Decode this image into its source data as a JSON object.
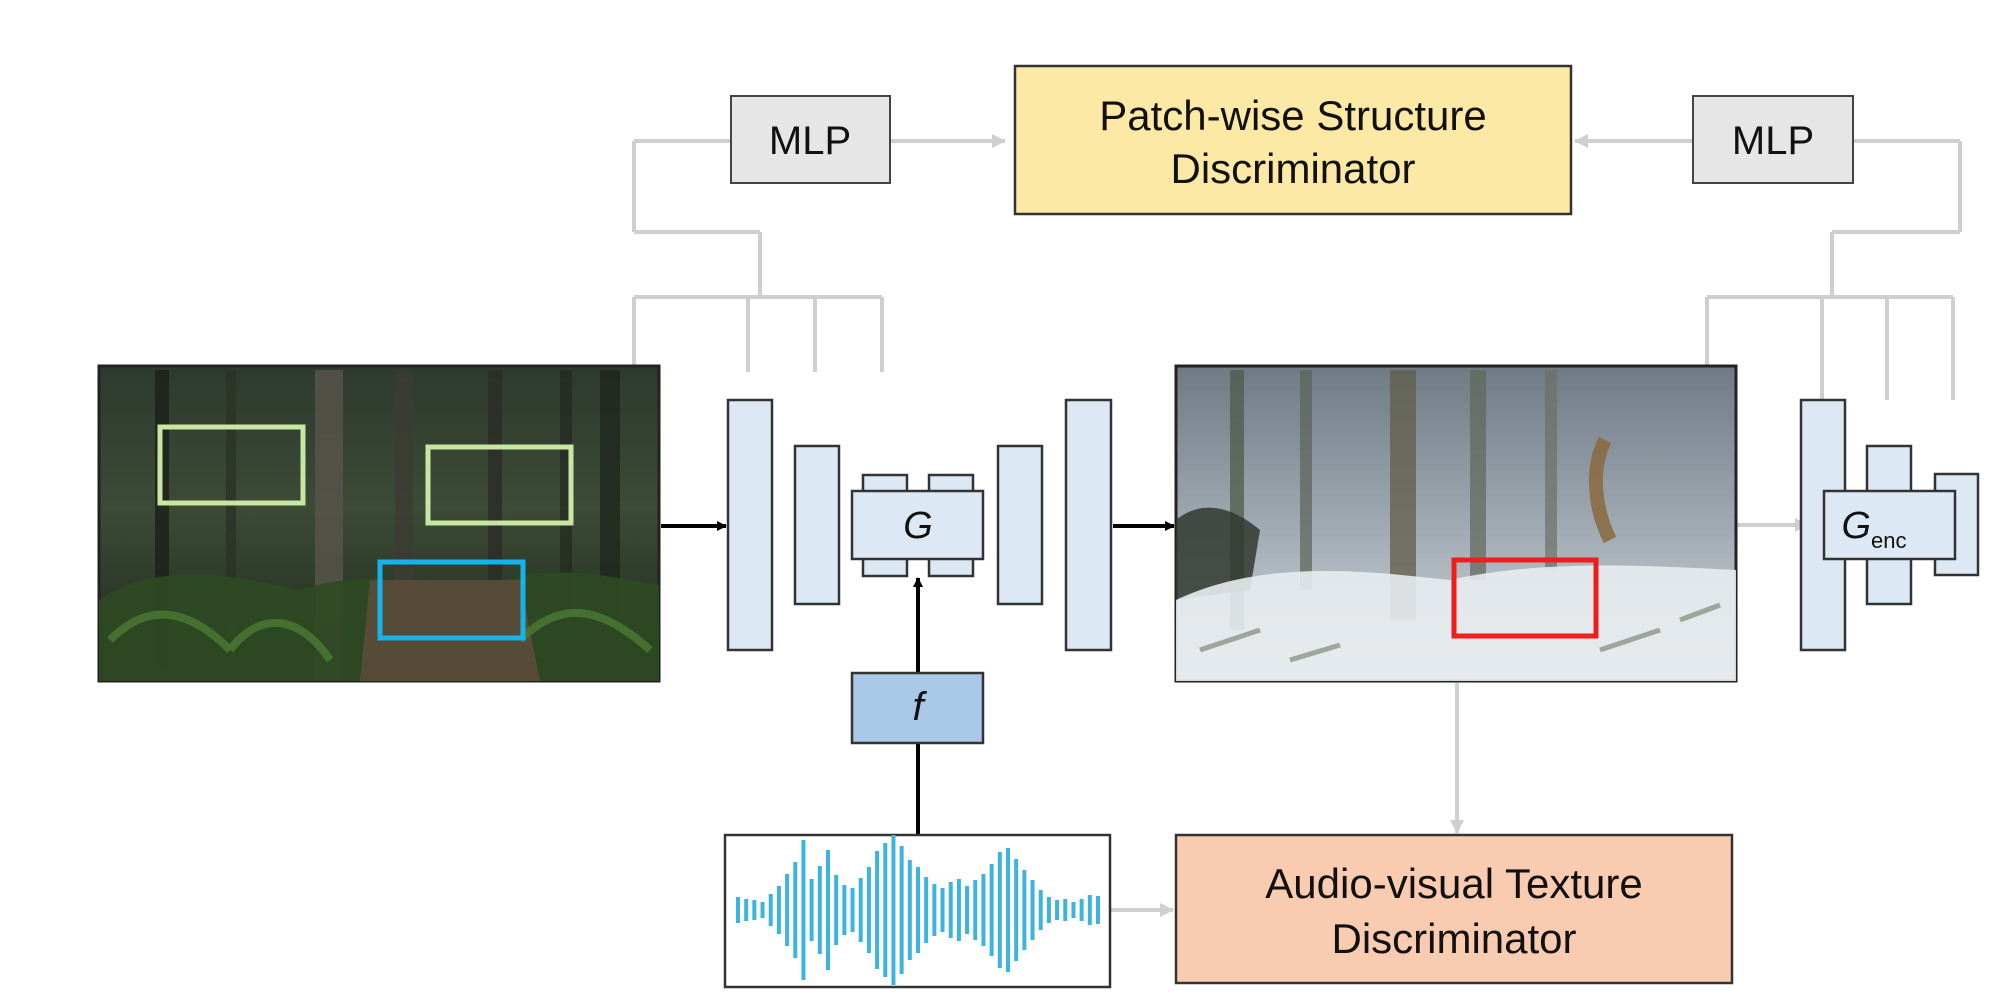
{
  "labels": {
    "mlp_left": "MLP",
    "mlp_right": "MLP",
    "structure_disc_line1": "Patch-wise Structure",
    "structure_disc_line2": "Discriminator",
    "texture_disc_line1": "Audio-visual Texture",
    "texture_disc_line2": "Discriminator",
    "generator": "G",
    "audio_encoder": "f",
    "encoder_base": "G",
    "encoder_sub": "enc"
  },
  "colors": {
    "structure_disc_fill": "#fde9a6",
    "texture_disc_fill": "#f9cbb0",
    "mlp_fill": "#e6e6e6",
    "block_fill": "#dce9f5",
    "f_fill": "#a9c8e8",
    "waveform": "#3db4dd",
    "gray_line": "#cfcfcf",
    "source_patch_green": "#c6e6a2",
    "source_patch_blue": "#16b3ea",
    "output_patch_red": "#f01d1d"
  },
  "icons": {
    "source_image": "forest-photo",
    "output_image": "snowy-forest-photo",
    "audio": "audio-waveform-icon"
  }
}
